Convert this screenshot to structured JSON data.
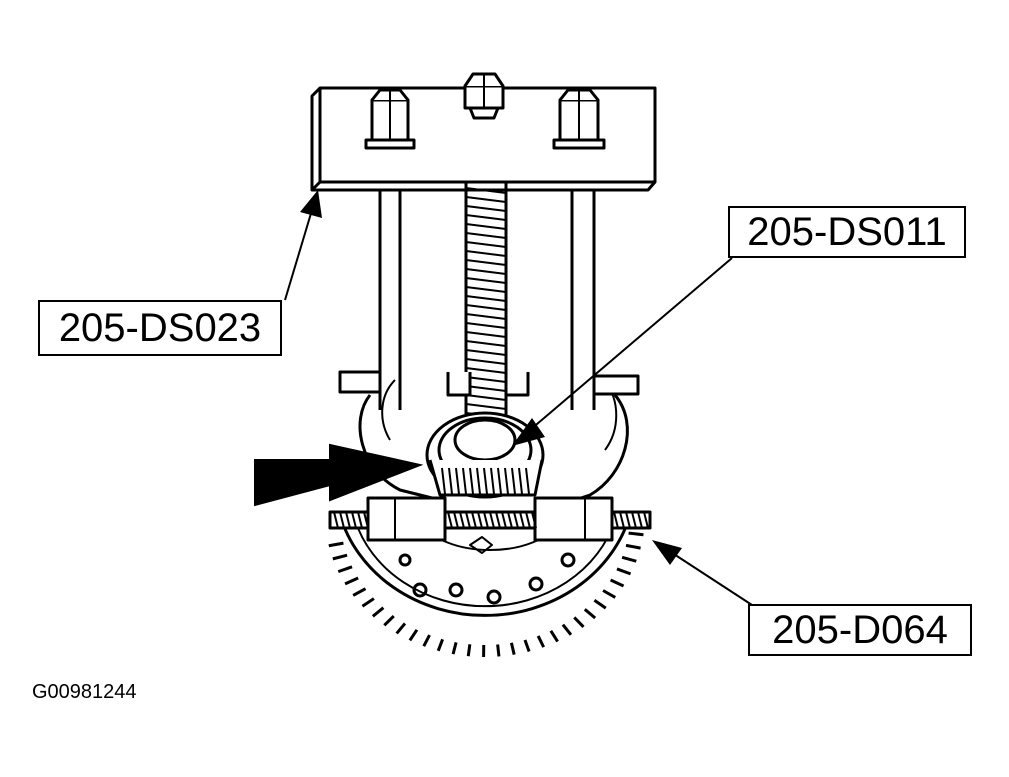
{
  "figure_id": "G00981244",
  "callouts": {
    "ds011": "205-DS011",
    "ds023": "205-DS023",
    "d064": "205-D064"
  },
  "colors": {
    "line": "#000000",
    "background": "#ffffff"
  }
}
